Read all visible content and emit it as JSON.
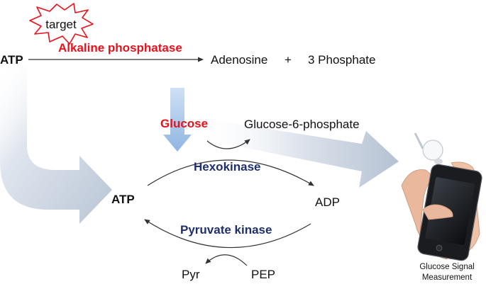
{
  "target_label": "target",
  "top_reaction": {
    "substrate": "ATP",
    "enzyme": "Alkaline phosphatase",
    "product_1": "Adenosine",
    "plus": "+",
    "product_2": "3 Phosphate"
  },
  "glucose_reaction": {
    "substrate": "Glucose",
    "product": "Glucose-6-phosphate",
    "enzyme": "Hexokinase"
  },
  "cycle": {
    "atp": "ATP",
    "adp": "ADP",
    "regen_enzyme": "Pyruvate kinase",
    "pyr": "Pyr",
    "pep": "PEP"
  },
  "device_caption": {
    "line1": "Glucose Signal",
    "line2": "Measurement"
  },
  "colors": {
    "enzyme_red": "#e8111c",
    "enzyme_navy": "#1f2f6e",
    "big_arrow": "#c5d0de",
    "glucose_arrow": "#a9c8ea"
  }
}
